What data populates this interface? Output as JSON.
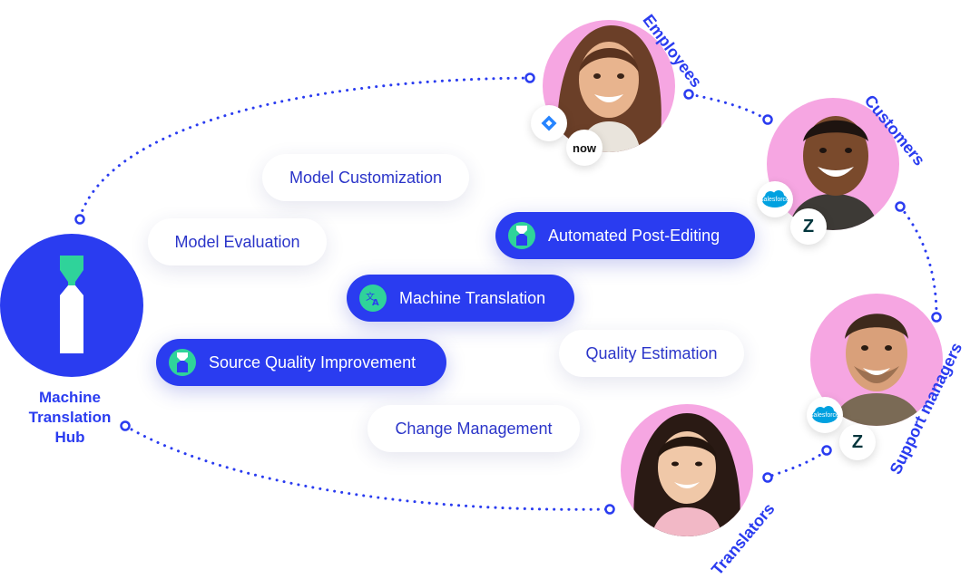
{
  "hub": {
    "label_lines": [
      "Machine",
      "Translation",
      "Hub"
    ],
    "icon": "hourglass-icon"
  },
  "capabilities": {
    "model_customization": "Model Customization",
    "model_evaluation": "Model Evaluation",
    "automated_post_editing": "Automated Post-Editing",
    "machine_translation": "Machine Translation",
    "source_quality_improvement": "Source Quality Improvement",
    "quality_estimation": "Quality Estimation",
    "change_management": "Change Management"
  },
  "audiences": {
    "employees": {
      "label": "Employees",
      "integrations": [
        "jira-icon",
        "now"
      ]
    },
    "customers": {
      "label": "Customers",
      "integrations": [
        "salesforce",
        "zendesk-icon"
      ]
    },
    "support_managers": {
      "label": "Support managers",
      "integrations": [
        "salesforce",
        "zendesk-icon"
      ]
    },
    "translators": {
      "label": "Translators"
    }
  },
  "colors": {
    "brand_blue": "#2a3cf0",
    "accent_green": "#2fd39a",
    "avatar_pink": "#f6a6e2"
  }
}
